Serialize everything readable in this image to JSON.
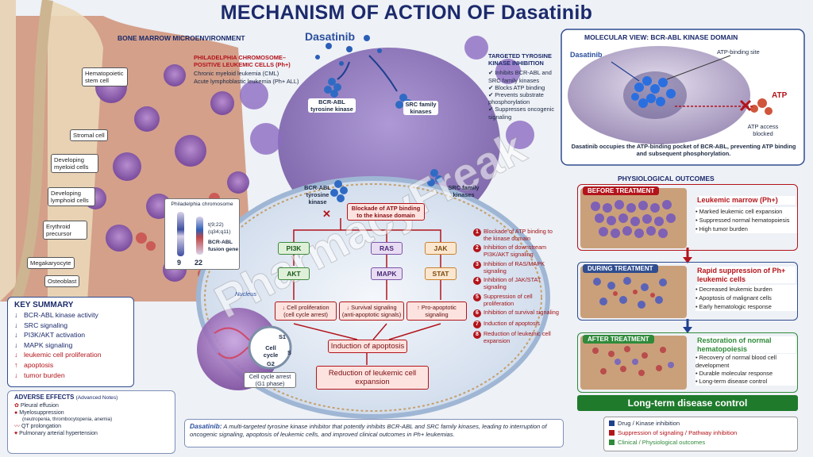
{
  "title": "MECHANISM OF ACTION OF Dasatinib",
  "watermark": "PharmacyFreak",
  "bone_marrow": {
    "heading": "BONE MARROW MICROENVIRONMENT",
    "labels": [
      "Hematopoietic stem cell",
      "Stromal cell",
      "Developing myeloid cells",
      "Developing lymphoid cells",
      "Erythroid precursor",
      "Megakaryocyte",
      "Osteoblast"
    ]
  },
  "ph_cells": {
    "heading": "PHILADELPHIA CHROMOSOME–POSITIVE LEUKEMIC CELLS (Ph+)",
    "items": [
      "Chronic myeloid leukemia (CML)",
      "Acute lymphoblastic leukemia (Ph+ ALL)"
    ]
  },
  "drug_label": "Dasatinib",
  "bcr_abl_top": "BCR-ABL tyrosine kinase",
  "src_top": "SRC family kinases",
  "tki": {
    "heading": "TARGETED TYROSINE KINASE INHIBITION",
    "items": [
      "Inhibits BCR-ABL and SRC family kinases",
      "Blocks ATP binding",
      "Prevents substrate phosphorylation",
      "Suppresses oncogenic signaling"
    ]
  },
  "molecular": {
    "heading": "MOLECULAR VIEW: BCR-ABL KINASE DOMAIN",
    "drug": "Dasatinib",
    "site": "ATP-binding site",
    "atp": "ATP",
    "blocked": "ATP access blocked",
    "caption": "Dasatinib occupies the ATP-binding pocket of BCR-ABL, preventing ATP binding and subsequent phosphorylation."
  },
  "chromosome": {
    "heading": "Philadelphia chromosome",
    "translocation": "t(9;22) (q34;q11)",
    "fusion": "BCR-ABL fusion gene",
    "chr9": "9",
    "chr22": "22"
  },
  "cell": {
    "bcr_label": "BCR-ABL tyrosine kinase",
    "src_label": "SRC family kinases",
    "blockade": "Blockade of ATP binding to the kinase domain",
    "nodes": [
      "PI3K",
      "AKT",
      "RAS",
      "MAPK",
      "JAK",
      "STAT"
    ],
    "nucleus": "Nucleus",
    "effects": [
      {
        "arrow": "↓",
        "text": "Cell proliferation (cell cycle arrest)"
      },
      {
        "arrow": "↓",
        "text": "Survival signaling (anti-apoptotic signals)"
      },
      {
        "arrow": "↑",
        "text": "Pro-apoptotic signaling"
      }
    ],
    "apoptosis": "Induction of apoptosis",
    "reduction": "Reduction of leukemic cell expansion",
    "cycle": {
      "title": "Cell cycle",
      "phases": [
        "S1",
        "S",
        "G2"
      ],
      "arrest": "Cell cycle arrest (G1 phase)"
    }
  },
  "steps": [
    {
      "n": "1",
      "text": "Blockade of ATP binding to the kinase domain"
    },
    {
      "n": "2",
      "text": "Inhibition of downstream PI3K/AKT signaling"
    },
    {
      "n": "3",
      "text": "Inhibition of RAS/MAPK signaling"
    },
    {
      "n": "4",
      "text": "Inhibition of JAK/STAT signaling"
    },
    {
      "n": "5",
      "text": "Suppression of cell proliferation"
    },
    {
      "n": "6",
      "text": "Inhibition of survival signaling"
    },
    {
      "n": "7",
      "text": "Induction of apoptosis"
    },
    {
      "n": "8",
      "text": "Reduction of leukemic cell expansion"
    }
  ],
  "key_summary": {
    "heading": "KEY SUMMARY",
    "items": [
      {
        "arrow": "↓",
        "text": "BCR-ABL kinase activity",
        "color": "#1b2a6b"
      },
      {
        "arrow": "↓",
        "text": "SRC signaling",
        "color": "#1b2a6b"
      },
      {
        "arrow": "↓",
        "text": "PI3K/AKT activation",
        "color": "#1b2a6b"
      },
      {
        "arrow": "↓",
        "text": "MAPK signaling",
        "color": "#1b2a6b"
      },
      {
        "arrow": "↓",
        "text": "leukemic cell proliferation",
        "color": "#b3141b"
      },
      {
        "arrow": "↑",
        "text": "apoptosis",
        "color": "#b3141b"
      },
      {
        "arrow": "↓",
        "text": "tumor burden",
        "color": "#b3141b"
      }
    ]
  },
  "adverse": {
    "heading": "ADVERSE EFFECTS",
    "note": "(Advanced Notes)",
    "items": [
      "Pleural effusion",
      "Myelosuppression",
      "(neutropenia, thrombocytopenia, anemia)",
      "QT prolongation",
      "Pulmonary arterial hypertension"
    ]
  },
  "outcomes": {
    "heading": "PHYSIOLOGICAL OUTCOMES",
    "before": {
      "label": "BEFORE TREATMENT",
      "title": "Leukemic marrow (Ph+)",
      "items": [
        "Marked leukemic cell expansion",
        "Suppressed normal hematopoiesis",
        "High tumor burden"
      ]
    },
    "during": {
      "label": "DURING TREATMENT",
      "title": "Rapid suppression of Ph+ leukemic cells",
      "items": [
        "Decreased leukemic burden",
        "Apoptosis of malignant cells",
        "Early hematologic response"
      ]
    },
    "after": {
      "label": "AFTER TREATMENT",
      "title": "Restoration of normal hematopoiesis",
      "items": [
        "Recovery of normal blood cell development",
        "Durable molecular response",
        "Long-term disease control"
      ]
    },
    "banner": "Long-term disease control"
  },
  "footer": {
    "drug": "Dasatinib:",
    "text": "A multi-targeted tyrosine kinase inhibitor that potently inhibits BCR-ABL and SRC family kinases, leading to interruption of oncogenic signaling, apoptosis of leukemic cells, and improved clinical outcomes in Ph+ leukemias."
  },
  "legend": [
    {
      "color": "#1f3f8f",
      "text": "Drug / Kinase inhibition"
    },
    {
      "color": "#b3141b",
      "text": "Suppression of signaling / Pathway inhibition"
    },
    {
      "color": "#2f8a3a",
      "text": "Clinical / Physiological outcomes"
    }
  ],
  "colors": {
    "navy": "#1b2a6b",
    "red": "#b3141b",
    "green": "#2f8a3a"
  }
}
